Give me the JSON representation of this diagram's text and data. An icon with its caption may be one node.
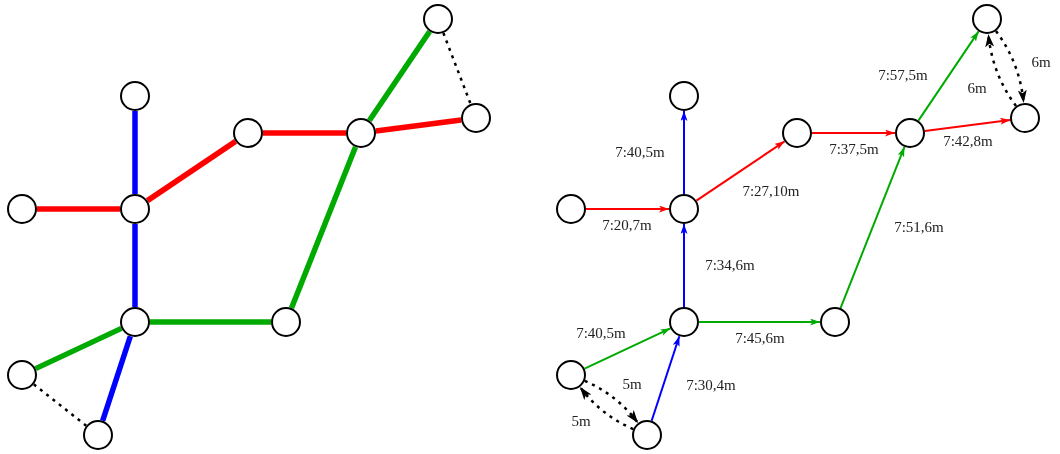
{
  "diagram": {
    "nodes": [
      {
        "text": [],
        "shape": "circle"
      },
      {
        "text": [],
        "shape": "circle"
      },
      {
        "text": [],
        "shape": "circle"
      },
      {
        "text": [],
        "shape": "circle"
      },
      {
        "text": [],
        "shape": "circle"
      },
      {
        "text": [],
        "shape": "circle"
      },
      {
        "text": [],
        "shape": "circle"
      },
      {
        "text": [],
        "shape": "circle"
      },
      {
        "text": [],
        "shape": "circle"
      },
      {
        "text": [],
        "shape": "circle"
      },
      {
        "text": [],
        "shape": "circle"
      },
      {
        "text": [],
        "shape": "circle"
      },
      {
        "text": [],
        "shape": "circle"
      },
      {
        "text": [],
        "shape": "circle"
      },
      {
        "text": [],
        "shape": "circle"
      },
      {
        "text": [],
        "shape": "circle"
      },
      {
        "text": [],
        "shape": "circle"
      },
      {
        "text": [],
        "shape": "circle"
      },
      {
        "text": [],
        "shape": "circle"
      },
      {
        "text": [],
        "shape": "circle"
      },
      {
        "text": [],
        "shape": "circle"
      },
      {
        "text": [],
        "shape": "circle"
      }
    ],
    "edges": [
      {
        "from": 1,
        "to": 6,
        "arrow": "none",
        "style": "thick",
        "color": "#0000ff"
      },
      {
        "from": 6,
        "to": 7,
        "arrow": "none",
        "style": "thick",
        "color": "#0000ff"
      },
      {
        "from": 7,
        "to": 10,
        "arrow": "none",
        "style": "thick",
        "color": "#0000ff"
      },
      {
        "from": 5,
        "to": 6,
        "arrow": "none",
        "style": "thick",
        "color": "#ff0000"
      },
      {
        "from": 6,
        "to": 3,
        "arrow": "none",
        "style": "thick",
        "color": "#ff0000"
      },
      {
        "from": 3,
        "to": 4,
        "arrow": "none",
        "style": "thick",
        "color": "#ff0000"
      },
      {
        "from": 4,
        "to": 2,
        "arrow": "none",
        "style": "thick",
        "color": "#ff0000"
      },
      {
        "from": 9,
        "to": 7,
        "arrow": "none",
        "style": "thick",
        "color": "#00aa00"
      },
      {
        "from": 7,
        "to": 8,
        "arrow": "none",
        "style": "thick",
        "color": "#00aa00"
      },
      {
        "from": 8,
        "to": 4,
        "arrow": "none",
        "style": "thick",
        "color": "#00aa00"
      },
      {
        "from": 4,
        "to": 0,
        "arrow": "none",
        "style": "thick",
        "color": "#00aa00"
      },
      {
        "from": 0,
        "to": 2,
        "arrow": "none",
        "style": "dashed",
        "color": "#000000"
      },
      {
        "from": 9,
        "to": 10,
        "arrow": "none",
        "style": "dashed",
        "color": "#000000"
      },
      {
        "from": 16,
        "to": 17,
        "arrow": "to",
        "label": "7:20,7m",
        "color": "#ff0000"
      },
      {
        "from": 17,
        "to": 14,
        "arrow": "to",
        "label": "7:27,10m",
        "color": "#ff0000"
      },
      {
        "from": 14,
        "to": 15,
        "arrow": "to",
        "label": "7:37,5m",
        "color": "#ff0000"
      },
      {
        "from": 15,
        "to": 13,
        "arrow": "to",
        "label": "7:42,8m",
        "color": "#ff0000"
      },
      {
        "from": 17,
        "to": 12,
        "arrow": "to",
        "label": "7:40,5m",
        "color": "#0000ff"
      },
      {
        "from": 18,
        "to": 17,
        "arrow": "to",
        "label": "7:34,6m",
        "color": "#0000ff"
      },
      {
        "from": 21,
        "to": 18,
        "arrow": "to",
        "label": "7:30,4m",
        "color": "#0000ff"
      },
      {
        "from": 20,
        "to": 18,
        "arrow": "to",
        "label": "7:40,5m",
        "color": "#00aa00"
      },
      {
        "from": 18,
        "to": 19,
        "arrow": "to",
        "label": "7:45,6m",
        "color": "#00aa00"
      },
      {
        "from": 19,
        "to": 15,
        "arrow": "to",
        "label": "7:51,6m",
        "color": "#00aa00"
      },
      {
        "from": 15,
        "to": 11,
        "arrow": "to",
        "label": "7:57,5m",
        "color": "#00aa00"
      },
      {
        "from": 20,
        "to": 21,
        "arrow": "to",
        "label": "5m",
        "style": "dashed",
        "color": "#000000"
      },
      {
        "from": 21,
        "to": 20,
        "arrow": "to",
        "label": "5m",
        "style": "dashed",
        "color": "#000000"
      },
      {
        "from": 11,
        "to": 13,
        "arrow": "to",
        "label": "6m",
        "style": "dashed",
        "color": "#000000"
      },
      {
        "from": 13,
        "to": 11,
        "arrow": "to",
        "label": "6m",
        "style": "dashed",
        "color": "#000000"
      }
    ]
  }
}
